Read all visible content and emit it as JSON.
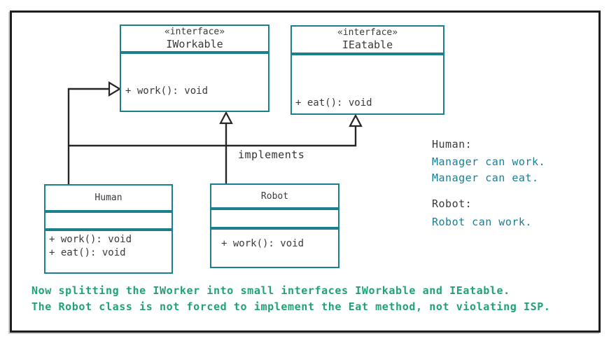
{
  "colors": {
    "box_border": "#1b7f8c",
    "text_dark": "#3a3a3a",
    "teal_text": "#177f96",
    "green_text": "#1fa374",
    "line": "#262626",
    "frame": "#1f1f1f"
  },
  "diagram": {
    "interfaces": [
      {
        "stereotype": "«interface»",
        "name": "IWorkable",
        "methods": [
          "+ work(): void"
        ]
      },
      {
        "stereotype": "«interface»",
        "name": "IEatable",
        "methods": [
          "+ eat(): void"
        ]
      }
    ],
    "classes": [
      {
        "name": "Human",
        "methods": [
          "+ work(): void",
          "+ eat(): void"
        ]
      },
      {
        "name": "Robot",
        "methods": [
          "+ work(): void"
        ]
      }
    ],
    "edge_label": "implements"
  },
  "notes": {
    "human_label": "Human:",
    "human_lines": [
      "Manager can work.",
      "Manager can eat."
    ],
    "robot_label": "Robot:",
    "robot_lines": [
      "Robot can work."
    ]
  },
  "caption": {
    "lines": [
      "Now splitting the IWorker into small interfaces IWorkable and IEatable.",
      "The Robot class is not forced to implement the Eat method, not violating ISP."
    ]
  }
}
